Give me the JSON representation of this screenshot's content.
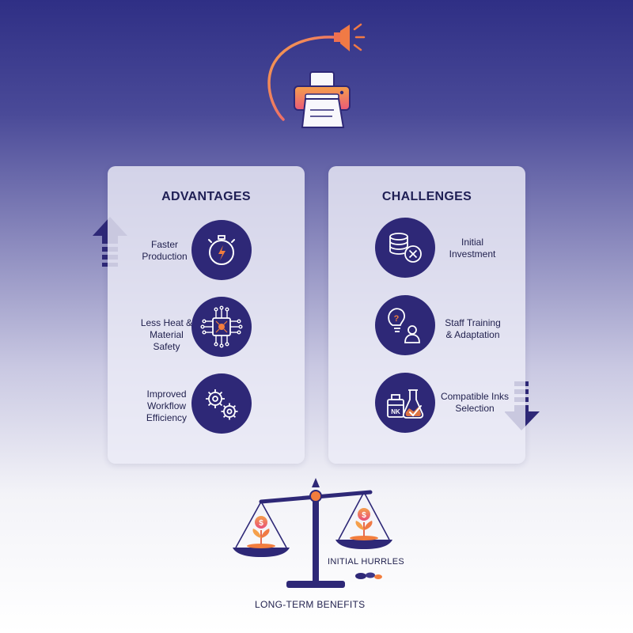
{
  "advantages": {
    "title": "ADVANTAGES",
    "items": [
      {
        "label": "Faster\nProduction",
        "icon": "stopwatch-icon"
      },
      {
        "label": "Less Heat &\nMaterial\nSafety",
        "icon": "circuit-chip-icon"
      },
      {
        "label": "Improved\nWorkflow\nEfficiency",
        "icon": "gears-icon"
      }
    ]
  },
  "challenges": {
    "title": "CHALLENGES",
    "items": [
      {
        "label": "Initial\nInvestment",
        "icon": "coins-cancel-icon"
      },
      {
        "label": "Staff Training\n& Adaptation",
        "icon": "lightbulb-person-icon"
      },
      {
        "label": "Compatible Inks\nSelection",
        "icon": "ink-bottle-flask-icon"
      }
    ]
  },
  "scale": {
    "right_label": "INITIAL HURRLES",
    "bottom_label": "LONG-TERM BENEFITS"
  },
  "colors": {
    "navy": "#2e2877",
    "orange": "#f27d3d",
    "pink": "#e8507a",
    "panel": "#ececf6"
  }
}
